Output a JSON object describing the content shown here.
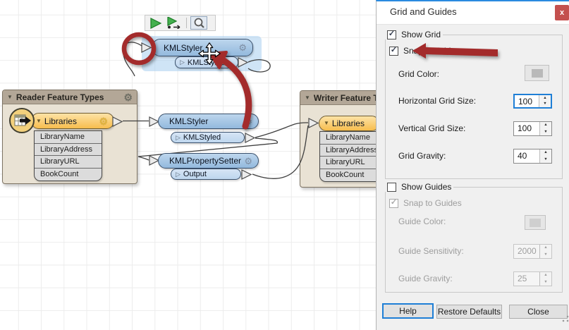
{
  "canvas": {
    "toolbar": {
      "run_icon": "run-icon",
      "run_to_icon": "run-with-breakpoint-icon",
      "magnifier_icon": "magnifier-icon"
    },
    "reader_group": {
      "title": "Reader Feature Types",
      "node": "Libraries",
      "attributes": [
        "LibraryName",
        "LibraryAddress",
        "LibraryURL",
        "BookCount"
      ]
    },
    "writer_group": {
      "title": "Writer Feature Types",
      "node": "Libraries",
      "attributes": [
        "LibraryName",
        "LibraryAddress",
        "LibraryURL",
        "BookCount"
      ]
    },
    "dragged_node": {
      "name": "KMLStyler",
      "port": "KMLStyled"
    },
    "styler_node": {
      "name": "KMLStyler",
      "port": "KMLStyled"
    },
    "property_setter_node": {
      "name": "KMLPropertySetter",
      "port": "Output"
    }
  },
  "dialog": {
    "title": "Grid and Guides",
    "close_label": "x",
    "grid": {
      "show": "Show Grid",
      "snap": "Snap to Grid",
      "color_label": "Grid Color:",
      "h_label": "Horizontal Grid Size:",
      "h_value": "100",
      "v_label": "Vertical Grid Size:",
      "v_value": "100",
      "gravity_label": "Grid Gravity:",
      "gravity_value": "40"
    },
    "guides": {
      "show": "Show Guides",
      "snap": "Snap to Guides",
      "color_label": "Guide Color:",
      "sensitivity_label": "Guide Sensitivity:",
      "sensitivity_value": "2000",
      "gravity_label": "Guide Gravity:",
      "gravity_value": "25"
    },
    "buttons": {
      "help": "Help",
      "restore": "Restore Defaults",
      "close": "Close"
    }
  },
  "colors": {
    "accent_blue": "#0078d7",
    "annotation_red": "#a32b2b",
    "node_blue": "#a6c5e4",
    "port_blue": "#cfe0f2",
    "feature_orange": "#f8c35a",
    "group_header_tan": "#b3a797",
    "group_body_tan": "#e9e2d4",
    "writer_port_green": "#2f9e33",
    "dialog_bg": "#f0f0f0",
    "close_red": "#c4504e"
  }
}
